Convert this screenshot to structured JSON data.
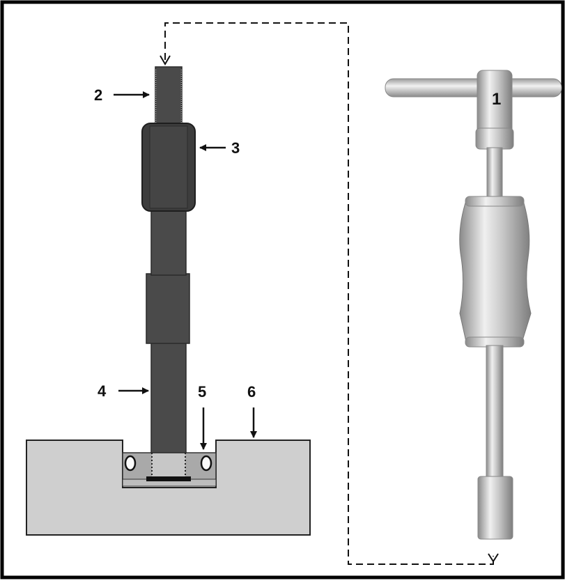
{
  "colors": {
    "frame": "#000000",
    "rod": "#4a4a4a",
    "rod_dark": "#2e2e2e",
    "block": "#cfcfcf",
    "block_edge": "#222222",
    "puller_light": "#e6e6e6",
    "puller_mid": "#b8b8b8",
    "puller_dark": "#7a7a7a"
  },
  "labels": {
    "puller": "1",
    "thread": "2",
    "nut": "3",
    "rod": "4",
    "insert": "5",
    "base": "6"
  },
  "connector": {
    "style": "dashed"
  }
}
